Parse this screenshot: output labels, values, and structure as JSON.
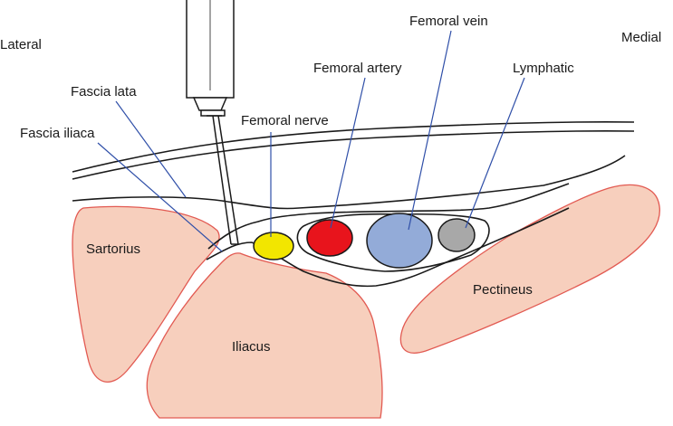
{
  "orientation": {
    "lateral": "Lateral",
    "medial": "Medial"
  },
  "muscles": {
    "sartorius": "Sartorius",
    "iliacus": "Iliacus",
    "pectineus": "Pectineus"
  },
  "structures": {
    "fascia_lata": "Fascia lata",
    "fascia_iliaca": "Fascia iliaca",
    "femoral_nerve": "Femoral nerve",
    "femoral_artery": "Femoral artery",
    "femoral_vein": "Femoral vein",
    "lymphatic": "Lymphatic"
  },
  "colors": {
    "nerve": "#f2e600",
    "artery": "#e8141c",
    "vein": "#93abd8",
    "lymphatic": "#a8a8a8",
    "muscle_fill": "#f7cfbd",
    "muscle_outline": "#e25a52",
    "leader_line": "#2f4fa8"
  }
}
